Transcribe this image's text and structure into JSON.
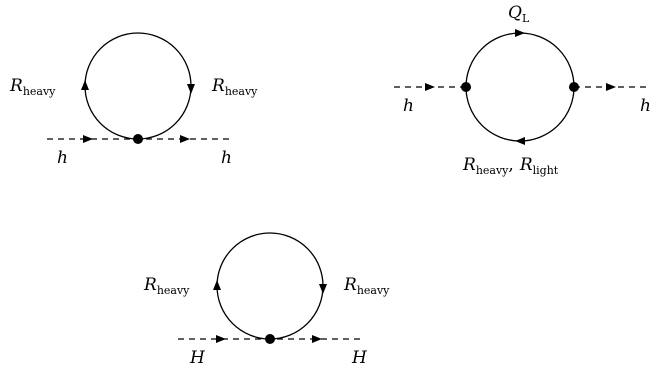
{
  "diagrams": {
    "top_left": {
      "left_loop_label": {
        "main": "R",
        "sub": "heavy"
      },
      "right_loop_label": {
        "main": "R",
        "sub": "heavy"
      },
      "ext_left": "h",
      "ext_right": "h"
    },
    "top_right": {
      "top_label": {
        "main": "Q",
        "sub": "L"
      },
      "bottom_label": {
        "main1": "R",
        "sub1": "heavy",
        "sep": ",",
        "main2": "R",
        "sub2": "light"
      },
      "ext_left": "h",
      "ext_right": "h"
    },
    "bottom": {
      "left_loop_label": {
        "main": "R",
        "sub": "heavy"
      },
      "right_loop_label": {
        "main": "R",
        "sub": "heavy"
      },
      "ext_left": "H",
      "ext_right": "H"
    }
  }
}
